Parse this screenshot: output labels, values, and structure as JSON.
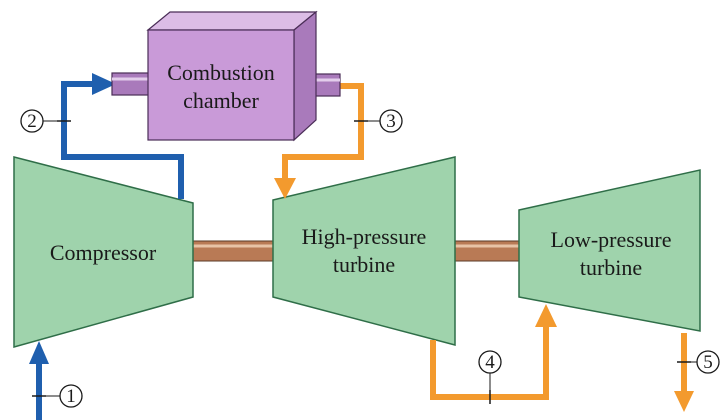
{
  "components": {
    "combustion": {
      "line1": "Combustion",
      "line2": "chamber"
    },
    "compressor": {
      "label": "Compressor"
    },
    "hp_turbine": {
      "line1": "High-pressure",
      "line2": "turbine"
    },
    "lp_turbine": {
      "line1": "Low-pressure",
      "line2": "turbine"
    }
  },
  "states": {
    "s1": "1",
    "s2": "2",
    "s3": "3",
    "s4": "4",
    "s5": "5"
  },
  "colors": {
    "component_fill": "#9fd3ac",
    "component_stroke": "#2f6e48",
    "chamber_front": "#c99ad8",
    "chamber_top": "#dcbde6",
    "chamber_side": "#a97abb",
    "chamber_stroke": "#4a2d57",
    "cold_flow": "#1f5fae",
    "hot_flow": "#f39a2e",
    "shaft": "#b97a55"
  }
}
